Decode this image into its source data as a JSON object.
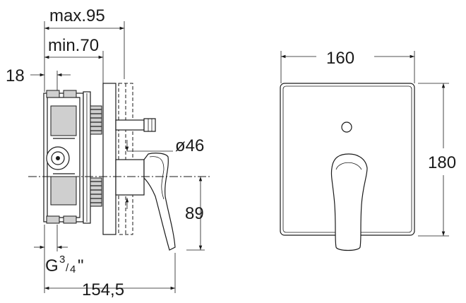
{
  "drawing": {
    "side_view": {
      "dim_max": "max.95",
      "dim_min": "min.70",
      "dim_depth": "18",
      "dim_diameter": "ø46",
      "dim_height_center": "89",
      "dim_thread_main": "G",
      "dim_thread_num": "3",
      "dim_thread_den": "4",
      "dim_thread_quote": "\"",
      "dim_total_length": "154,5"
    },
    "front_view": {
      "dim_width": "160",
      "dim_height": "180"
    }
  }
}
